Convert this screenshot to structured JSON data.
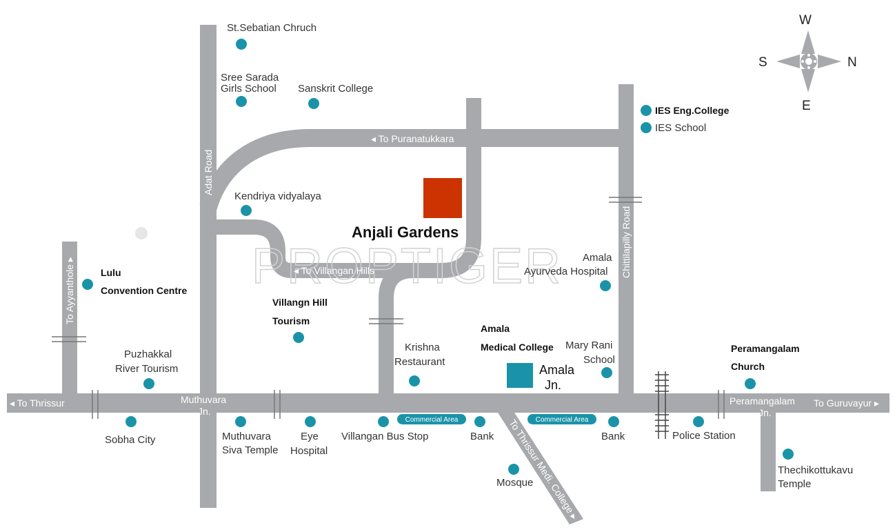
{
  "colors": {
    "road": "#a7a9ac",
    "poi": "#1a93a8",
    "project_marker": "#cc3300",
    "junction_marker": "#1a93a8",
    "commercial_badge": "#1a93a8",
    "compass": "#a7a9ac",
    "watermark": "#d8d8d8"
  },
  "watermark": "PROPTIGER",
  "project": {
    "name": "Anjali Gardens"
  },
  "compass": {
    "top": "W",
    "left": "S",
    "right": "N",
    "bottom": "E"
  },
  "roads": {
    "to_thrissur": "To Thrissur",
    "to_guruvayur": "To Guruvayur",
    "to_puranatukkara": "To Puranatukkara",
    "to_villangan_hills": "To Villangan Hills",
    "adat_road": "Adat Road",
    "chittilapilly_road": "Chittilapilly Road",
    "to_ayyanthole": "To Ayyanthole",
    "to_thrissur_medical_college": "To Thrissur Medi. College",
    "commercial_area_1": "Commercial Area",
    "commercial_area_2": "Commercial Area"
  },
  "junctions": {
    "muthuvara": [
      "Muthuvara",
      "Jn."
    ],
    "amala": [
      "Amala",
      "Jn."
    ],
    "peramangalam": [
      "Peramangalam",
      "Jn."
    ]
  },
  "pois": {
    "st_sebastian": [
      "St.Sebatian Chruch"
    ],
    "sree_sarada": [
      "Sree Sarada",
      "Girls School"
    ],
    "sanskrit_college": [
      "Sanskrit College"
    ],
    "kendriya_vidyalaya": [
      "Kendriya vidyalaya"
    ],
    "ies_eng_college": [
      "IES Eng.College"
    ],
    "ies_school": [
      "IES School"
    ],
    "lulu": [
      "Lulu",
      "Convention Centre"
    ],
    "villangan_hill": [
      "Villangn Hill",
      "Tourism"
    ],
    "amala_ayurveda": [
      "Amala",
      "Ayurveda Hospital"
    ],
    "amala_medical": [
      "Amala",
      "Medical College"
    ],
    "krishna_restaurant": [
      "Krishna",
      "Restaurant"
    ],
    "mary_rani": [
      "Mary Rani",
      "School"
    ],
    "peramangalam_church": [
      "Peramangalam",
      "Church"
    ],
    "puzhakkal": [
      "Puzhakkal",
      "River Tourism"
    ],
    "sobha_city": [
      "Sobha City"
    ],
    "muthuvara_temple": [
      "Muthuvara",
      "Siva Temple"
    ],
    "eye_hospital": [
      "Eye",
      "Hospital"
    ],
    "villangan_bus_stop": [
      "Villangan Bus Stop"
    ],
    "bank_1": [
      "Bank"
    ],
    "bank_2": [
      "Bank"
    ],
    "mosque": [
      "Mosque"
    ],
    "police_station": [
      "Police Station"
    ],
    "thechikottukavu": [
      "Thechikottukavu",
      "Temple"
    ]
  }
}
